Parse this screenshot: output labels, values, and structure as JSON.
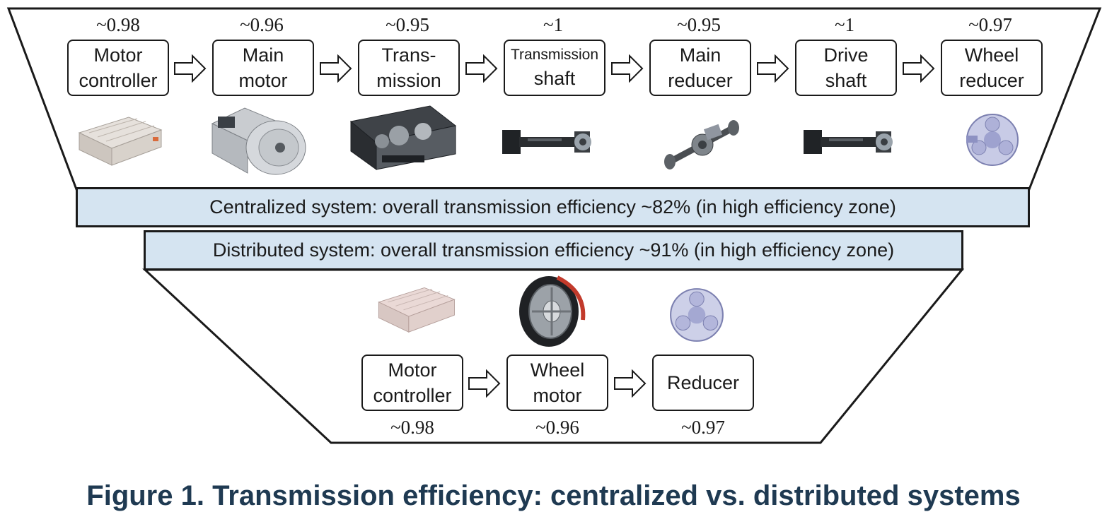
{
  "centralized": {
    "banner": "Centralized system: overall transmission efficiency ~82% (in high efficiency zone)",
    "components": [
      {
        "line1": "Motor",
        "line2": "controller",
        "efficiency": "~0.98",
        "icon": "motor-controller-image"
      },
      {
        "line1": "Main",
        "line2": "motor",
        "efficiency": "~0.96",
        "icon": "main-motor-image"
      },
      {
        "line1": "Trans-",
        "line2": "mission",
        "efficiency": "~0.95",
        "icon": "transmission-image"
      },
      {
        "line1": "Transmission",
        "line2": "shaft",
        "efficiency": "~1",
        "icon": "transmission-shaft-image"
      },
      {
        "line1": "Main",
        "line2": "reducer",
        "efficiency": "~0.95",
        "icon": "main-reducer-image"
      },
      {
        "line1": "Drive",
        "line2": "shaft",
        "efficiency": "~1",
        "icon": "drive-shaft-image"
      },
      {
        "line1": "Wheel",
        "line2": "reducer",
        "efficiency": "~0.97",
        "icon": "wheel-reducer-image"
      }
    ]
  },
  "distributed": {
    "banner": "Distributed system: overall transmission efficiency ~91% (in high efficiency zone)",
    "components": [
      {
        "line1": "Motor",
        "line2": "controller",
        "efficiency": "~0.98",
        "icon": "motor-controller-image"
      },
      {
        "line1": "Wheel",
        "line2": "motor",
        "efficiency": "~0.96",
        "icon": "wheel-motor-image"
      },
      {
        "line1": "Reducer",
        "line2": "",
        "efficiency": "~0.97",
        "icon": "reducer-image"
      }
    ]
  },
  "caption": "Figure 1. Transmission efficiency: centralized vs. distributed systems",
  "colors": {
    "banner_fill": "#d5e4f1",
    "outline": "#1a1a1a",
    "caption": "#1f3a52"
  }
}
